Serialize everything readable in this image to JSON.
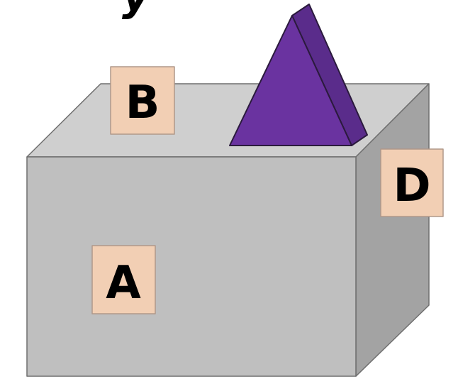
{
  "diagram": {
    "clipped_top_text": "y",
    "labels": {
      "front": "A",
      "top": "B",
      "side": "D"
    },
    "colors": {
      "front_face": "#bfbfbf",
      "top_face": "#cfcfcf",
      "side_face": "#a3a3a3",
      "edge": "#6f6f6f",
      "label_box": "#f2cfb4",
      "label_box_border": "#b0988a",
      "pyramid_front": "#6a33a0",
      "pyramid_side": "#5a2c8b",
      "pyramid_edge": "#2b1a3d"
    }
  }
}
